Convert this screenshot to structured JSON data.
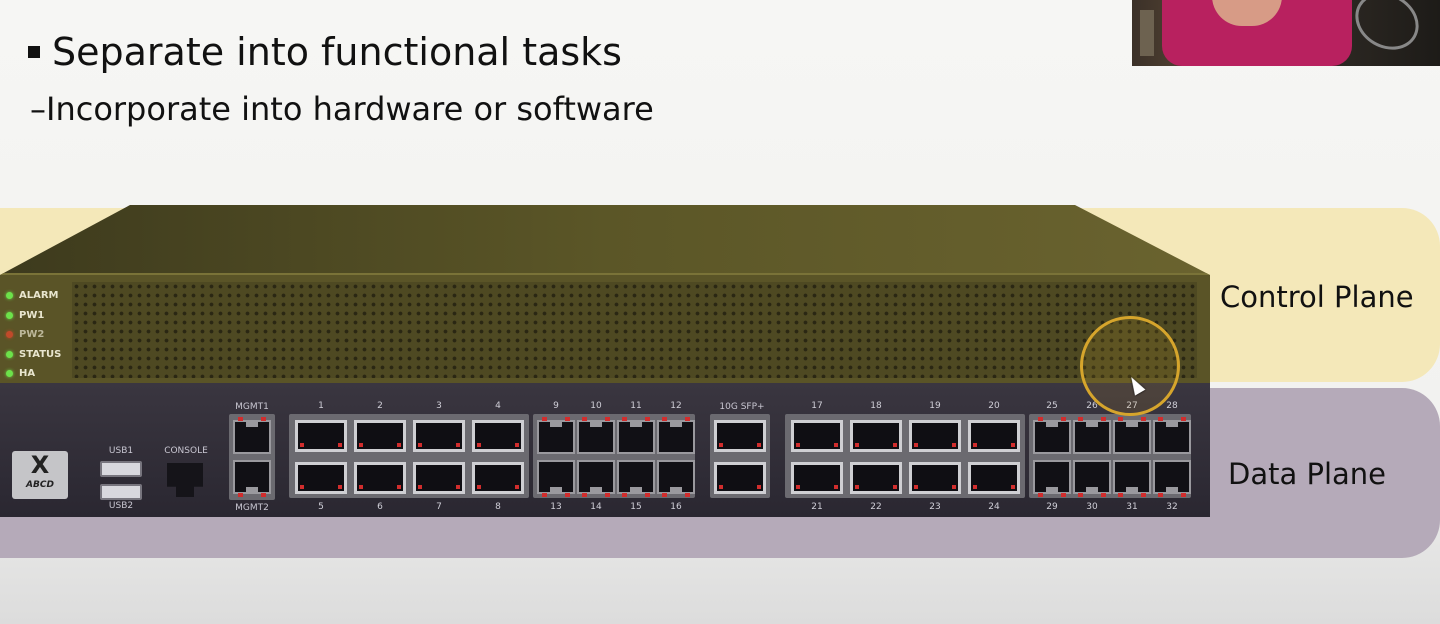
{
  "slide": {
    "bullet_main": "Separate into functional tasks",
    "bullet_sub_prefix": "–",
    "bullet_sub": "Incorporate into hardware or software"
  },
  "planes": {
    "control_label": "Control Plane",
    "data_label": "Data Plane"
  },
  "device": {
    "status_leds": [
      {
        "label": "ALARM",
        "color": "#6de24a"
      },
      {
        "label": "PW1",
        "color": "#6de24a"
      },
      {
        "label": "PW2",
        "color": "#c04a2a"
      },
      {
        "label": "STATUS",
        "color": "#6de24a"
      },
      {
        "label": "HA",
        "color": "#6de24a"
      }
    ],
    "logo_mark": "X",
    "logo_text": "ABCD",
    "usb1_label": "USB1",
    "usb2_label": "USB2",
    "console_label": "CONSOLE",
    "mgmt1_label": "MGMT1",
    "mgmt2_label": "MGMT2",
    "sfp_plus_label": "10G SFP+",
    "port_numbers_top": [
      "1",
      "2",
      "3",
      "4",
      "9",
      "10",
      "11",
      "12",
      "17",
      "18",
      "19",
      "20",
      "25",
      "26",
      "27",
      "28"
    ],
    "port_numbers_bottom": [
      "5",
      "6",
      "7",
      "8",
      "13",
      "14",
      "15",
      "16",
      "21",
      "22",
      "23",
      "24",
      "29",
      "30",
      "31",
      "32"
    ]
  },
  "colors": {
    "control_plane": "#f4e8b9",
    "data_plane": "#b5aab9",
    "port_activity": "#d12d2d",
    "cursor_highlight": "#d6a52c"
  }
}
